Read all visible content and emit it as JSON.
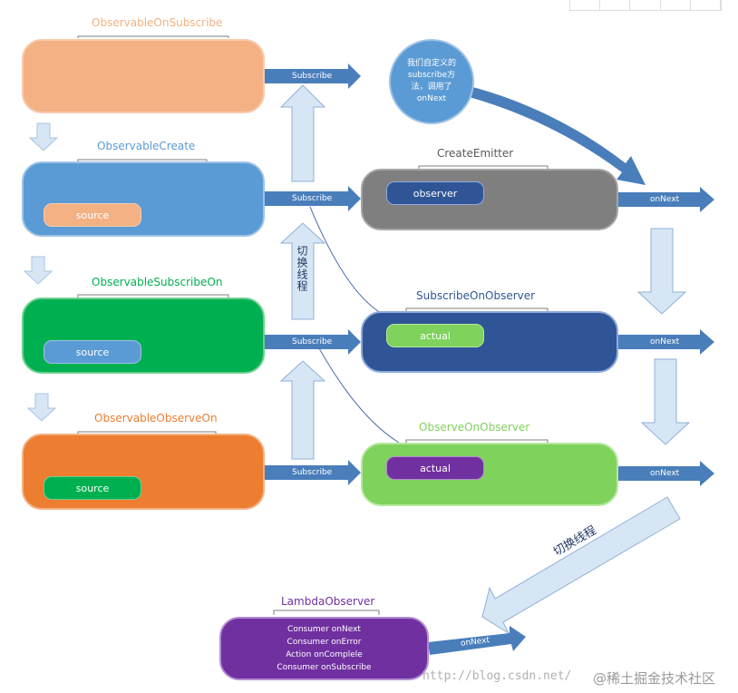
{
  "colors": {
    "salmon": "#f4b183",
    "blue": "#5b9bd5",
    "green": "#00b050",
    "orange": "#ed7d31",
    "grey": "#7f7f7f",
    "navy": "#2f5597",
    "lightgreen": "#7fd25c",
    "purple": "#7030a0",
    "arrow": "#4a7ebb",
    "palearrow": "#d7e6f5"
  },
  "left_boxes": {
    "observable_on_subscribe": {
      "title": "ObservableOnSubscribe"
    },
    "observable_create": {
      "title": "ObservableCreate",
      "pill": "source"
    },
    "observable_subscribe_on": {
      "title": "ObservableSubscribeOn",
      "pill": "source"
    },
    "observable_observe_on": {
      "title": "ObservableObserveOn",
      "pill": "source"
    }
  },
  "right_boxes": {
    "create_emitter": {
      "title": "CreateEmitter",
      "pill": "observer"
    },
    "subscribe_on_observer": {
      "title": "SubscribeOnObserver",
      "pill": "actual"
    },
    "observe_on_observer": {
      "title": "ObserveOnObserver",
      "pill": "actual"
    }
  },
  "lambda_observer": {
    "title": "LambdaObserver",
    "lines": [
      "Consumer onNext",
      "Consumer onError",
      "Action onComplele",
      "Consumer onSubscribe"
    ]
  },
  "callout": {
    "lines": [
      "我们自定义的",
      "subscribe方",
      "法，调用了",
      "onNext"
    ]
  },
  "arrow_labels": {
    "subscribe_1": "Subscribe",
    "subscribe_2": "Subscribe",
    "subscribe_3": "Subscribe",
    "subscribe_4": "Subscribe",
    "onnext_1": "onNext",
    "onnext_2": "onNext",
    "onnext_3": "onNext",
    "onnext_4": "onNext"
  },
  "thread_switch_labels": {
    "vertical": "切换线程",
    "diagonal": "切换线程"
  },
  "watermark": {
    "url": "http://blog.csdn.net/",
    "community": "@稀土掘金技术社区"
  },
  "toolbar_icons": [
    "toolbar-icon-1",
    "toolbar-icon-2",
    "toolbar-icon-3",
    "toolbar-icon-4",
    "toolbar-icon-5"
  ]
}
